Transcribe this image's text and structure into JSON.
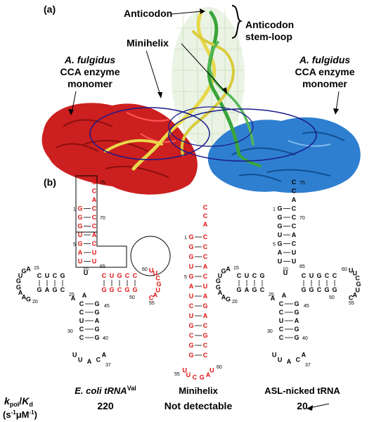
{
  "panel_a": {
    "label": "(a)",
    "anticodon": "Anticodon",
    "stem_loop_line1": "Anticodon",
    "stem_loop_line2": "stem-loop",
    "minihelix": "Minihelix",
    "left_monomer": {
      "line1": "A. fulgidus",
      "line2": "CCA enzyme",
      "line3": "monomer"
    },
    "right_monomer": {
      "line1": "A. fulgidus",
      "line2": "CCA enzyme",
      "line3": "monomer"
    },
    "colors": {
      "enzyme_left": "#cc1f1f",
      "enzyme_right": "#2f7fd0",
      "trna_yellow": "#e8d84a",
      "trna_green": "#3aa53a",
      "ellipse": "#1a1a8c"
    }
  },
  "panel_b": {
    "label": "(b)",
    "accent": "#e01010",
    "ecoli": {
      "acceptor_5p": [
        "G",
        "G",
        "G",
        "U",
        "G",
        "A",
        "U"
      ],
      "acceptor_3p": [
        "C",
        "C",
        "A",
        "C",
        "C",
        "C",
        "A",
        "C",
        "U"
      ],
      "d_stem_top": [
        "C",
        "U",
        "C",
        "G"
      ],
      "d_stem_bot": [
        "G",
        "A",
        "G",
        "C"
      ],
      "d_loop": [
        "A",
        "G",
        "U",
        "G",
        "G",
        "A",
        "A",
        "G"
      ],
      "t_stem_top": [
        "C",
        "U",
        "G",
        "C",
        "C"
      ],
      "t_stem_bot": [
        "G",
        "G",
        "C",
        "G",
        "G"
      ],
      "t_loop": [
        "C",
        "A",
        "U",
        "G",
        "C",
        "U",
        "U"
      ],
      "ac_stem_5p": [
        "C",
        "C",
        "U",
        "C",
        "C"
      ],
      "ac_stem_3p": [
        "G",
        "G",
        "A",
        "G",
        "G"
      ],
      "ac_loop": [
        "U",
        "U",
        "A",
        "C",
        "A"
      ],
      "extras": [
        "U",
        "A",
        "A",
        "C",
        "U"
      ],
      "num_labels": [
        "1",
        "5",
        "10",
        "15",
        "20",
        "25",
        "45",
        "50",
        "55",
        "60",
        "65",
        "70",
        "75",
        "30",
        "40",
        "37"
      ]
    },
    "minihelix": {
      "top": [
        "C",
        "C",
        "A"
      ],
      "left": [
        "G",
        "G",
        "G",
        "U",
        "G",
        "A",
        "U",
        "C",
        "U",
        "G",
        "C",
        "G",
        "G"
      ],
      "right": [
        "C",
        "C",
        "C",
        "A",
        "C",
        "U",
        "A",
        "G",
        "A",
        "C",
        "G",
        "C",
        "C"
      ],
      "loop": [
        "U",
        "U",
        "C",
        "G",
        "A",
        "U"
      ],
      "num_labels": [
        "1",
        "5",
        "55",
        "60"
      ]
    },
    "asl": {
      "acceptor_5p": [
        "G",
        "G",
        "G",
        "U",
        "G",
        "A",
        "U"
      ],
      "acceptor_3p": [
        "C",
        "C",
        "A",
        "C",
        "C",
        "C",
        "A",
        "C",
        "U"
      ],
      "d_stem_top": [
        "C",
        "U",
        "C",
        "G"
      ],
      "d_stem_bot": [
        "G",
        "A",
        "G",
        "C"
      ],
      "d_loop": [
        "A",
        "G",
        "U",
        "G",
        "G",
        "A",
        "A",
        "G"
      ],
      "t_stem_top": [
        "C",
        "U",
        "G",
        "C",
        "C"
      ],
      "t_stem_bot": [
        "G",
        "G",
        "C",
        "G",
        "G"
      ],
      "t_loop": [
        "C",
        "A",
        "U",
        "G",
        "C",
        "U",
        "U"
      ],
      "ac_stem_5p": [
        "C",
        "C",
        "U",
        "C",
        "C"
      ],
      "ac_stem_3p": [
        "G",
        "G",
        "A",
        "G",
        "G"
      ],
      "ac_loop": [
        "U",
        "U",
        "A",
        "C",
        "A"
      ],
      "extras": [
        "U",
        "A",
        "A",
        "C",
        "U"
      ],
      "num_labels": [
        "1",
        "5",
        "10",
        "15",
        "20",
        "25",
        "45",
        "50",
        "55",
        "60",
        "65",
        "70",
        "75",
        "30",
        "40",
        "37"
      ]
    }
  },
  "captions": {
    "ecoli_main": "E. coli tRNA",
    "ecoli_sup": "Val",
    "minihelix": "Minihelix",
    "asl": "ASL-nicked tRNA"
  },
  "row": {
    "k_main": "k",
    "k_sub": "pol",
    "slash": "/",
    "kd_main": "K",
    "kd_sub": "d",
    "units": "(s",
    "units_sup1": "-1",
    "units_mu": "μM",
    "units_sup2": "-1",
    "units_close": ")",
    "values": [
      "220",
      "Not detectable",
      "20"
    ]
  }
}
